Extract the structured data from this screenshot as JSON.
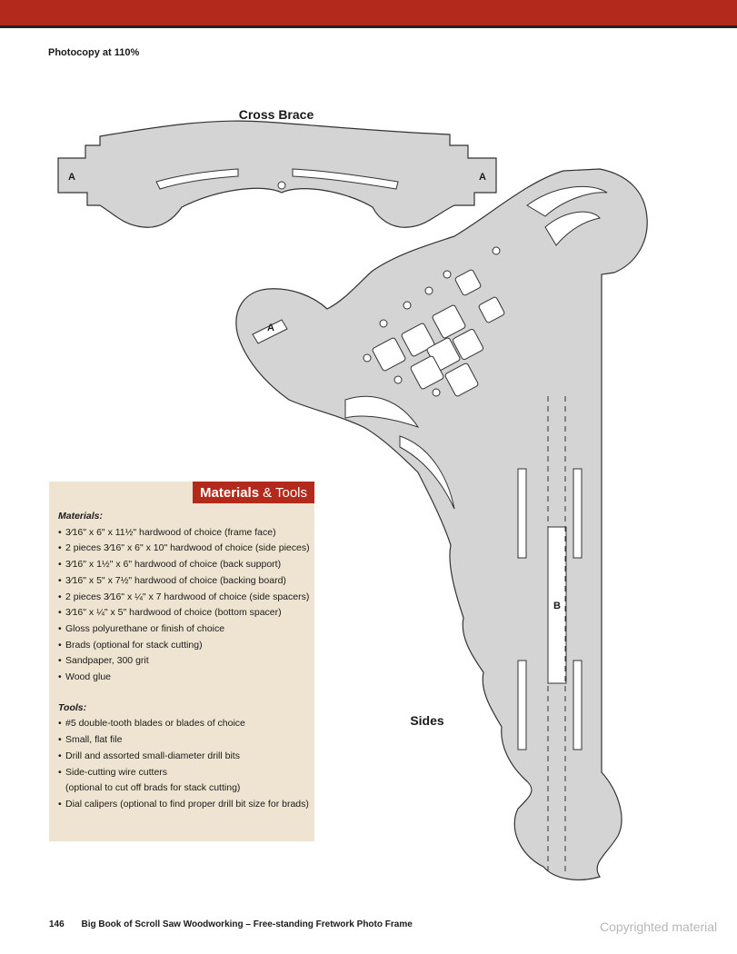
{
  "header": {
    "photocopy_note": "Photocopy at 110%"
  },
  "pattern": {
    "cross_brace_title": "Cross Brace",
    "cross_brace_marker_left": "A",
    "cross_brace_marker_right": "A",
    "side_marker_a": "A",
    "side_marker_b": "B",
    "sides_title": "Sides"
  },
  "sidebar": {
    "header_bold": "Materials",
    "header_rest": "& Tools",
    "materials_title": "Materials:",
    "materials": [
      "3⁄16\" x 6\" x 11½\" hardwood of choice (frame face)",
      "2 pieces 3⁄16\" x 6\" x 10\" hardwood of choice (side pieces)",
      "3⁄16\" x 1½\" x 6\" hardwood of choice (back support)",
      "3⁄16\" x 5\" x 7½\" hardwood of choice (backing board)",
      "2 pieces 3⁄16\" x ¼\" x 7 hardwood of choice (side spacers)",
      "3⁄16\" x ¼\" x 5\" hardwood of choice (bottom spacer)",
      "Gloss polyurethane or finish of choice",
      "Brads (optional for stack cutting)",
      "Sandpaper, 300 grit",
      "Wood glue"
    ],
    "tools_title": "Tools:",
    "tools": [
      "#5 double-tooth blades or blades of choice",
      "Small, flat file",
      "Drill and assorted small-diameter drill bits",
      "Side-cutting wire cutters",
      "(optional to cut off brads for stack cutting)",
      "Dial calipers (optional to find proper drill bit size for brads)"
    ]
  },
  "footer": {
    "page_number": "146",
    "text": "Big Book of Scroll Saw Woodworking – Free-standing Fretwork Photo Frame",
    "copyright": "Copyrighted material"
  },
  "colors": {
    "accent": "#b3291b",
    "pattern_fill": "#d4d4d4",
    "sidebar_bg": "#efe4d2"
  }
}
